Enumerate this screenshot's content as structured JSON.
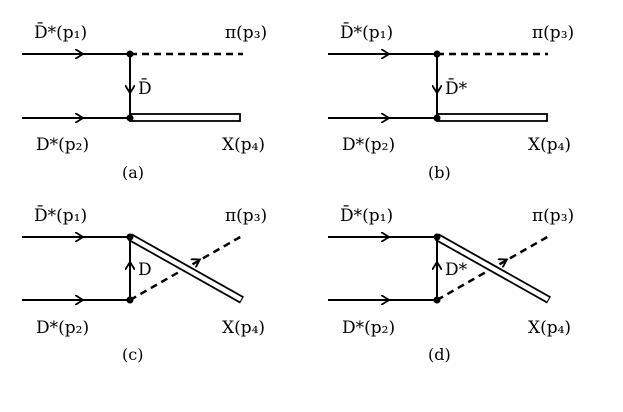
{
  "diagrams": [
    {
      "id": "a",
      "caption": "(a)",
      "in_top": "D̄*(p₁)",
      "in_bottom": "D*(p₂)",
      "out_top": "π(p₃)",
      "out_bottom": "X(p₄)",
      "exchange": "D̄"
    },
    {
      "id": "b",
      "caption": "(b)",
      "in_top": "D̄*(p₁)",
      "in_bottom": "D*(p₂)",
      "out_top": "π(p₃)",
      "out_bottom": "X(p₄)",
      "exchange": "D̄*"
    },
    {
      "id": "c",
      "caption": "(c)",
      "in_top": "D̄*(p₁)",
      "in_bottom": "D*(p₂)",
      "out_top": "π(p₃)",
      "out_bottom": "X(p₄)",
      "exchange": "D"
    },
    {
      "id": "d",
      "caption": "(d)",
      "in_top": "D̄*(p₁)",
      "in_bottom": "D*(p₂)",
      "out_top": "π(p₃)",
      "out_bottom": "X(p₄)",
      "exchange": "D*"
    }
  ]
}
